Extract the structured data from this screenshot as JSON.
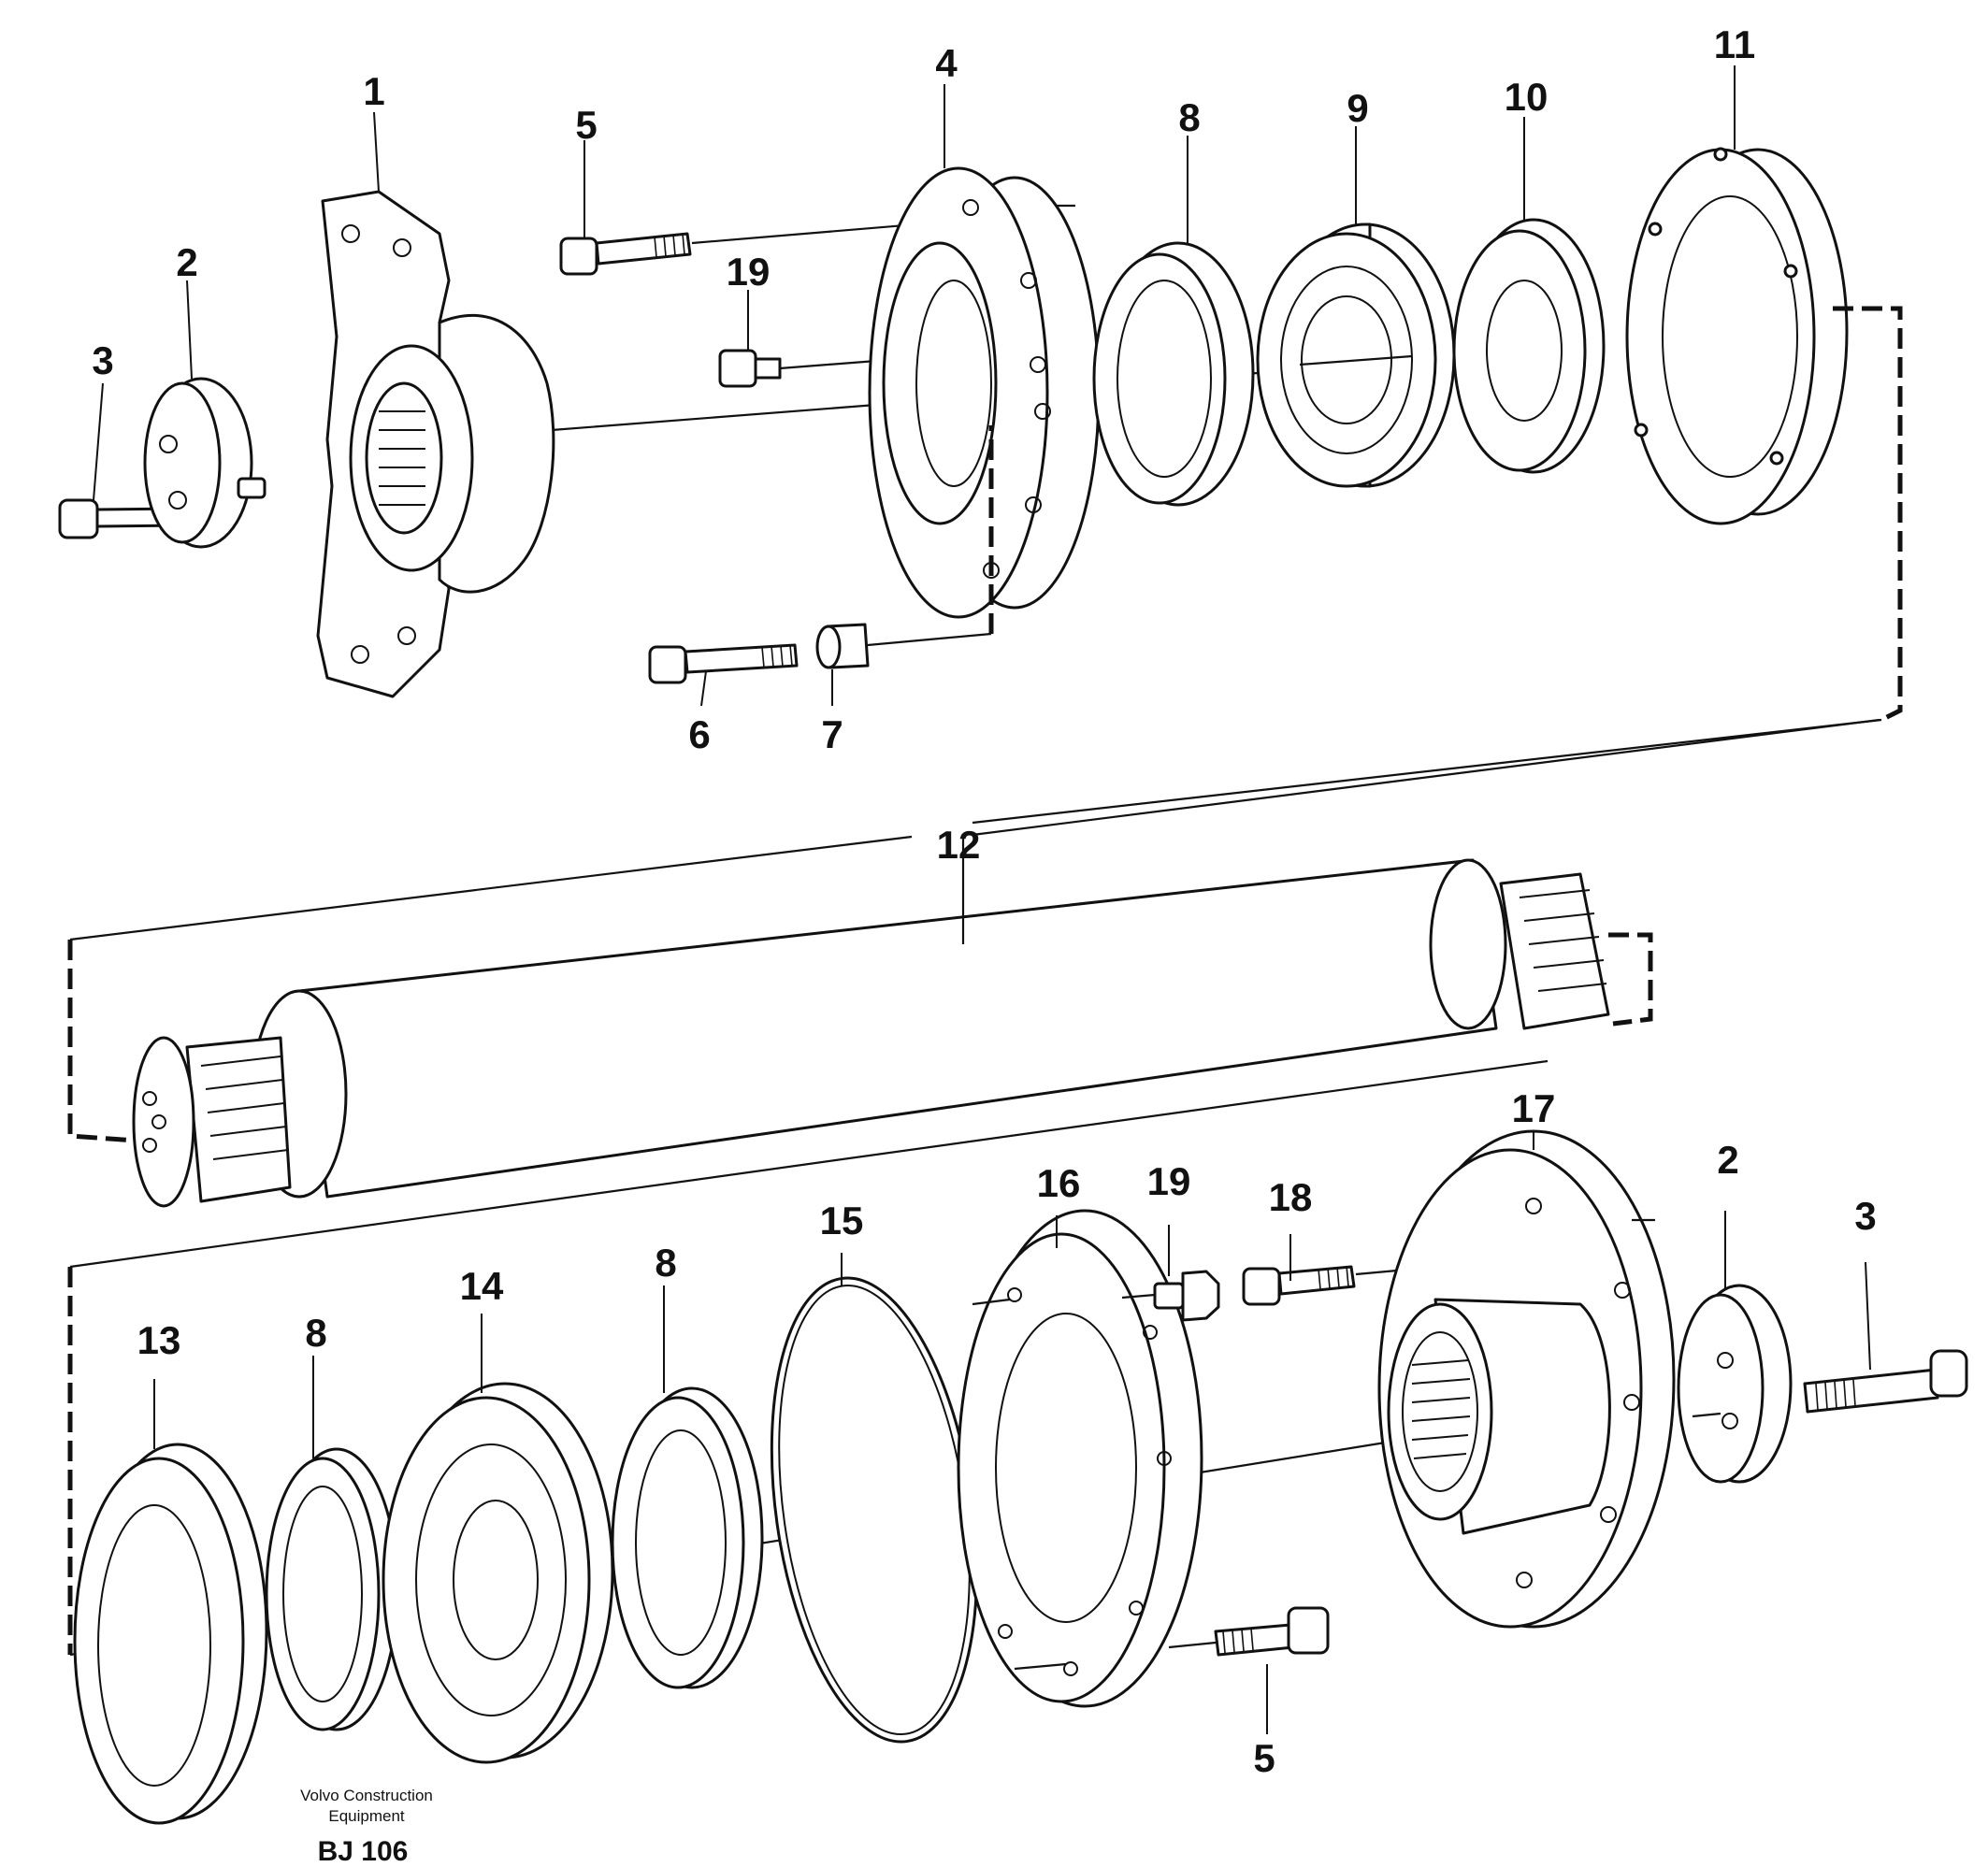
{
  "callouts": {
    "c1": "1",
    "c2a": "2",
    "c3a": "3",
    "c4": "4",
    "c5a": "5",
    "c6": "6",
    "c7": "7",
    "c8a": "8",
    "c9": "9",
    "c10": "10",
    "c11": "11",
    "c19a": "19",
    "c12": "12",
    "c13": "13",
    "c8b": "8",
    "c14": "14",
    "c8c": "8",
    "c15": "15",
    "c16": "16",
    "c19b": "19",
    "c18": "18",
    "c17": "17",
    "c2b": "2",
    "c3b": "3",
    "c5b": "5"
  },
  "footer": {
    "brand_line1": "Volvo Construction",
    "brand_line2": "Equipment",
    "code": "BJ 106"
  }
}
